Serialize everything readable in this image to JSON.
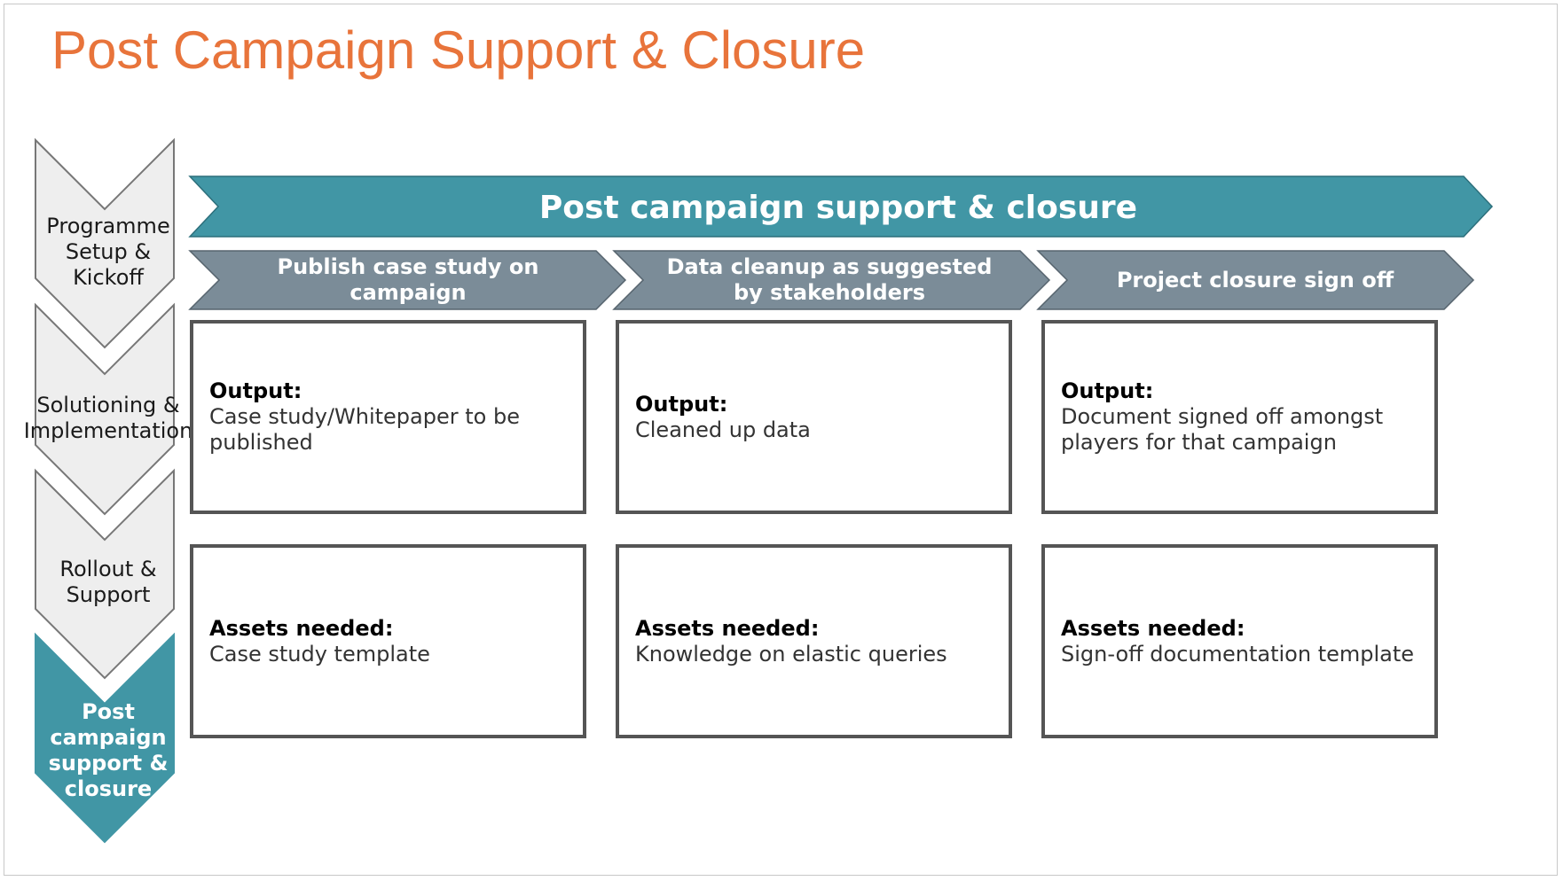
{
  "title": "Post Campaign Support & Closure",
  "colors": {
    "title": "#e8743b",
    "teal": "#4196a5",
    "slate": "#7b8c98",
    "chevron_inactive": "#eeeeee",
    "chevron_border": "#777777",
    "box_border": "#555555"
  },
  "phases": [
    {
      "label": "Programme Setup & Kickoff",
      "active": false
    },
    {
      "label": "Solutioning & Implementation",
      "active": false
    },
    {
      "label": "Rollout & Support",
      "active": false
    },
    {
      "label": "Post campaign support & closure",
      "active": true
    }
  ],
  "banner": "Post campaign support & closure",
  "steps": [
    {
      "label": "Publish case study on campaign",
      "output_heading": "Output:",
      "output_text": "Case study/Whitepaper to be published",
      "assets_heading": "Assets needed:",
      "assets_text": "Case study template"
    },
    {
      "label": "Data cleanup as suggested by stakeholders",
      "output_heading": "Output:",
      "output_text": "Cleaned up data",
      "assets_heading": "Assets needed:",
      "assets_text": "Knowledge on elastic queries"
    },
    {
      "label": "Project closure sign off",
      "output_heading": "Output:",
      "output_text": "Document signed off amongst players for that campaign",
      "assets_heading": "Assets needed:",
      "assets_text": "Sign-off documentation template"
    }
  ]
}
